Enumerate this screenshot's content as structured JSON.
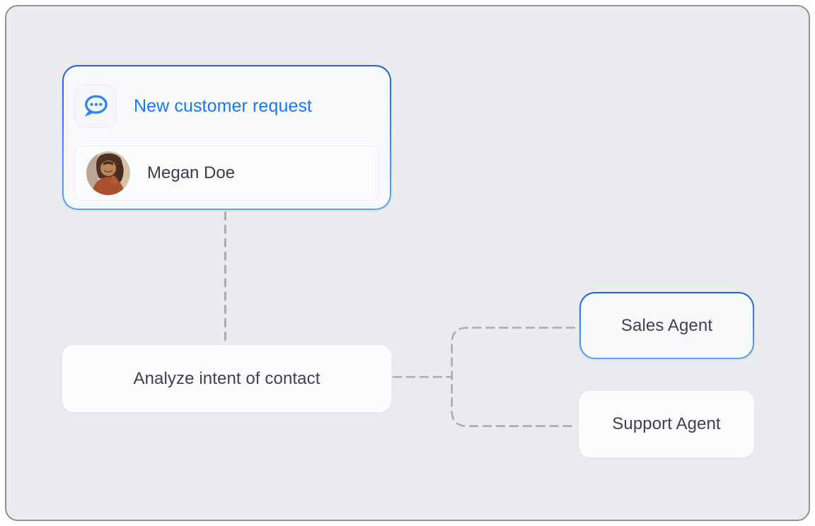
{
  "canvas": {
    "background": "#e9ebee",
    "frame_border": "#8f9398",
    "description": "workflow-automation-diagram"
  },
  "palette": {
    "accent_blue": "#1879f2",
    "blue_border_top": "#1c63d9",
    "blue_border_bottom": "#5ba4f7",
    "node_background": "#fbfcfd",
    "text_dark": "#3e4349",
    "connector_gray": "#a8abaf"
  },
  "trigger": {
    "title": "New customer request",
    "icon": "chat-bubble-ellipsis-icon",
    "contact_name": "Megan Doe",
    "avatar": "megan-doe-photo"
  },
  "process": {
    "label": "Analyze intent of contact"
  },
  "agents": [
    {
      "label": "Sales Agent",
      "highlighted": true
    },
    {
      "label": "Support Agent",
      "highlighted": false
    }
  ],
  "connections": [
    {
      "from": "trigger",
      "to": "process",
      "style": "dashed"
    },
    {
      "from": "process",
      "to": "Sales Agent",
      "style": "dashed"
    },
    {
      "from": "process",
      "to": "Support Agent",
      "style": "dashed"
    }
  ]
}
